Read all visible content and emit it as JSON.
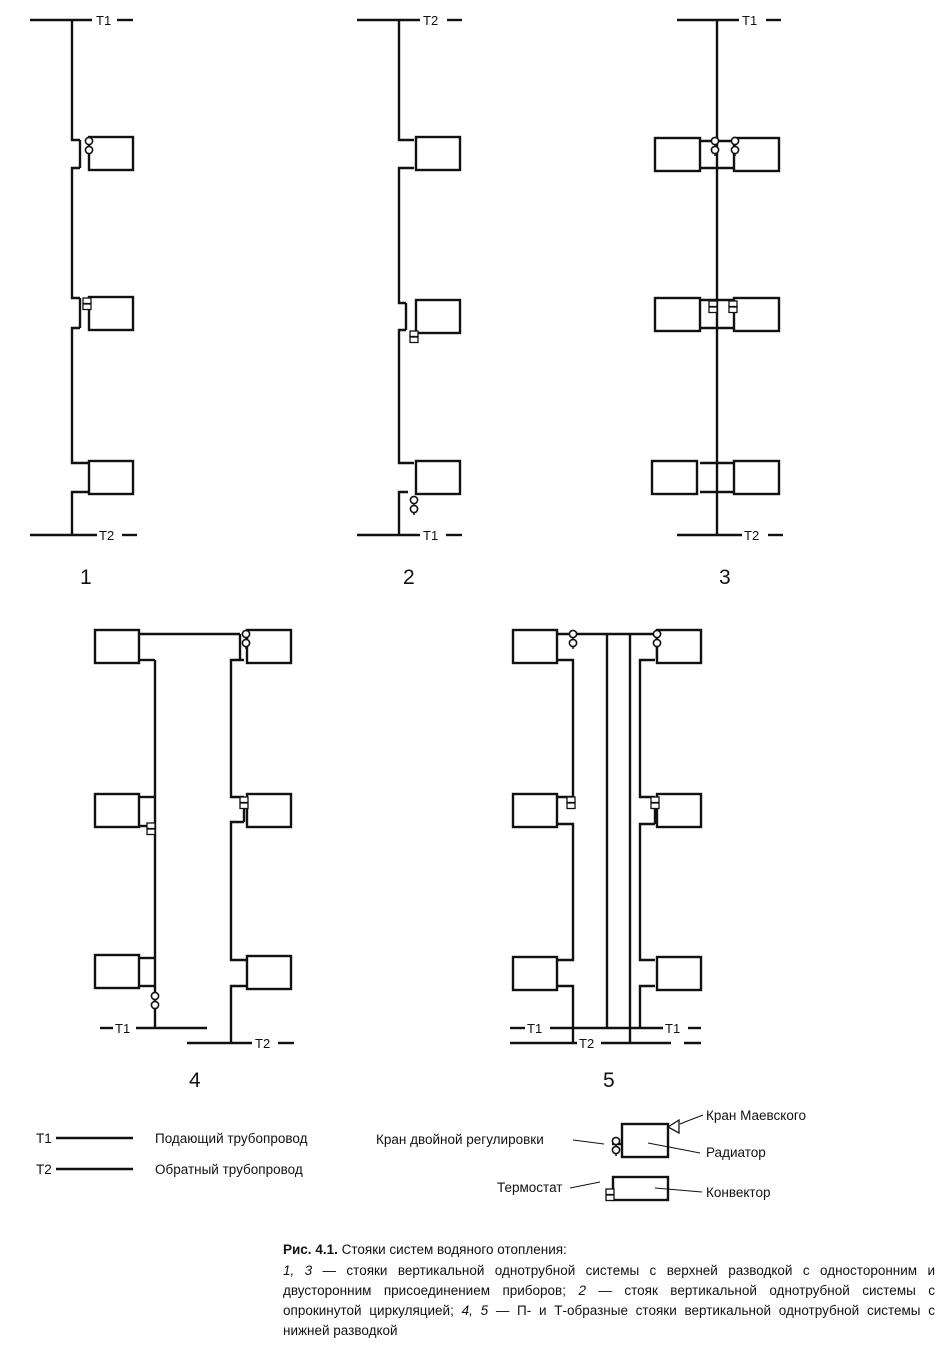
{
  "pipes": {
    "supply": "T1",
    "return": "T2"
  },
  "scheme_numbers": [
    "1",
    "2",
    "3",
    "4",
    "5"
  ],
  "legend": {
    "supply_code": "T1",
    "supply_label": "Подающий трубопровод",
    "return_code": "T2",
    "return_label": "Обратный трубопровод",
    "double_valve": "Кран двойной регулировки",
    "mayevsky": "Кран Маевского",
    "radiator": "Радиатор",
    "thermostat": "Термостат",
    "convector": "Конвектор"
  },
  "caption": {
    "fig": "Рис. 4.1.",
    "title": "Стояки систем водяного отопления:",
    "n13": "1, 3",
    "t13": " — стояки вертикальной однотрубной системы с верхней разводкой с односторонним и двусторонним присоединением приборов; ",
    "n2": "2",
    "t2": " — стояк вертикальной однотрубной системы с опрокинутой циркуляцией; ",
    "n45": "4, 5",
    "t45": " — П- и Т-образные стояки вертикальной однотрубной системы с нижней разводкой"
  }
}
